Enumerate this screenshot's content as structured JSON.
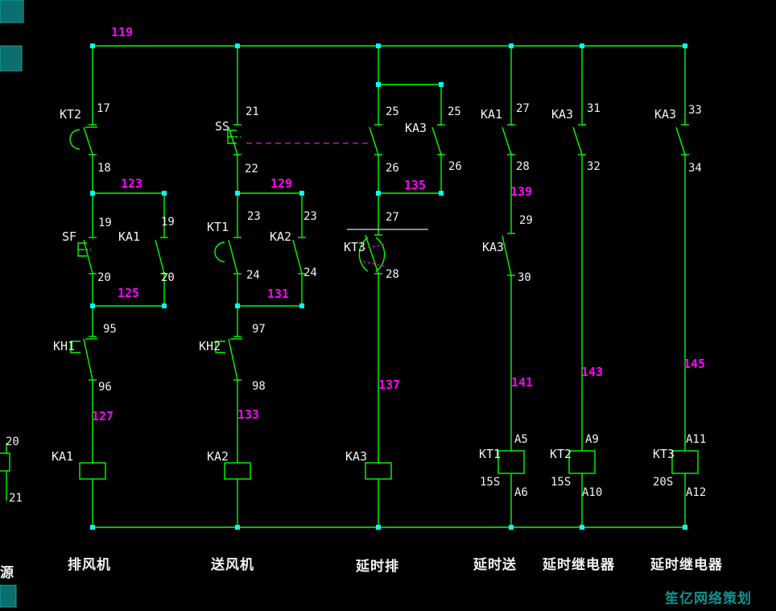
{
  "bus": {
    "wire_number": "119"
  },
  "watermark": {
    "text": "笙亿网络策划"
  },
  "left_edge": {
    "terminal_top": "20",
    "terminal_bottom": "21",
    "caption_fragment": "源"
  },
  "columns": [
    {
      "caption": "排风机",
      "components": {
        "top_contact": "KT2",
        "button": "SF",
        "seal_contact": "KA1",
        "thermal": "KH1",
        "coil": "KA1"
      },
      "terminals": {
        "t17": "17",
        "t18": "18",
        "t19_left": "19",
        "t19_right": "19",
        "t20_left": "20",
        "t20_right": "20",
        "t95": "95",
        "t96": "96"
      },
      "wires": {
        "w123": "123",
        "w125": "125",
        "w127": "127"
      }
    },
    {
      "caption": "送风机",
      "components": {
        "button": "SS",
        "timer_contact": "KT1",
        "seal_contact": "KA2",
        "thermal": "KH2",
        "coil": "KA2"
      },
      "terminals": {
        "t21": "21",
        "t22": "22",
        "t23_left": "23",
        "t23_right": "23",
        "t24_left": "24",
        "t24_right": "24",
        "t97": "97",
        "t98": "98"
      },
      "wires": {
        "w129": "129",
        "w131": "131",
        "w133": "133"
      }
    },
    {
      "caption": "延时排",
      "components": {
        "link_contact": "KA3",
        "timer_contact": "KT3",
        "coil": "KA3"
      },
      "terminals": {
        "t25_left": "25",
        "t25_right": "25",
        "t26_left": "26",
        "t26_right": "26",
        "t27": "27",
        "t28": "28"
      },
      "wires": {
        "w135": "135",
        "w137": "137"
      }
    },
    {
      "caption": "延时送",
      "components": {
        "contact1": "KA1",
        "contact2": "KA3",
        "coil": "KT1"
      },
      "terminals": {
        "t27": "27",
        "t28": "28",
        "t29": "29",
        "t30": "30",
        "a5": "A5",
        "a6": "A6",
        "setting": "15S"
      },
      "wires": {
        "w139": "139",
        "w141": "141"
      }
    },
    {
      "caption": "延时继电器",
      "components": {
        "contact1": "KA3",
        "coil": "KT2"
      },
      "terminals": {
        "t31": "31",
        "t32": "32",
        "a9": "A9",
        "a10": "A10",
        "setting": "15S"
      },
      "wires": {
        "w143": "143"
      }
    },
    {
      "caption": "延时继电器",
      "components": {
        "contact1": "KA3",
        "coil": "KT3"
      },
      "terminals": {
        "t33": "33",
        "t34": "34",
        "a11": "A11",
        "a12": "A12",
        "setting": "20S"
      },
      "wires": {
        "w145": "145"
      }
    }
  ]
}
